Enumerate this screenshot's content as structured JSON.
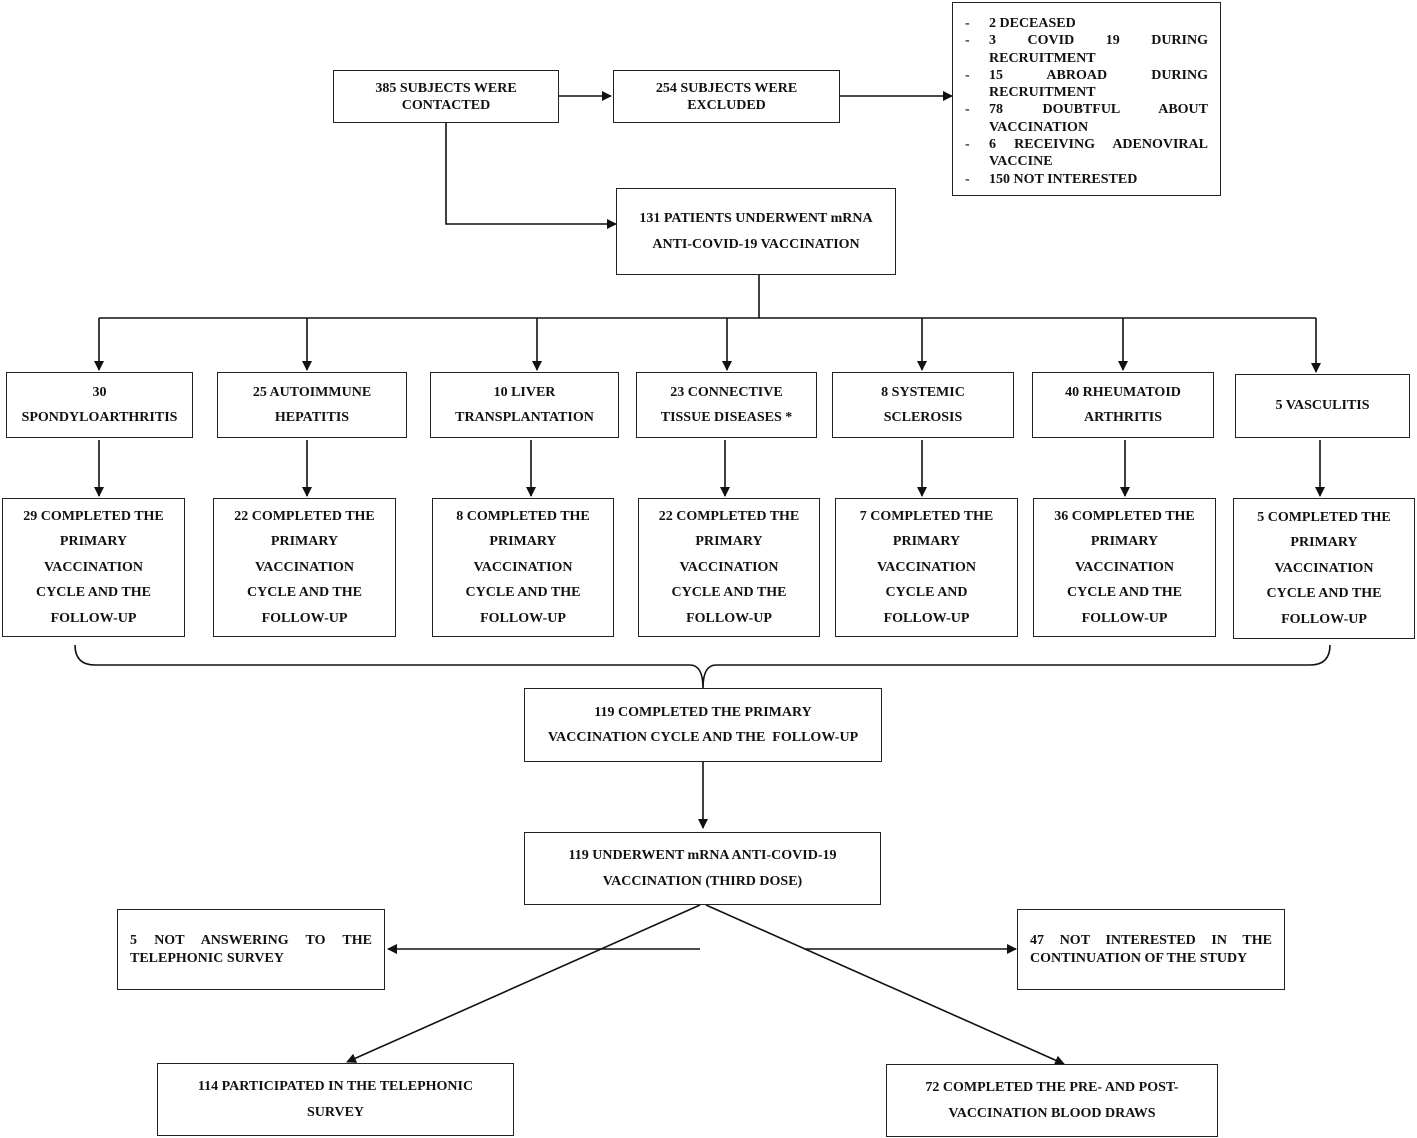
{
  "top": {
    "contacted": [
      "385 SUBJECTS WERE",
      "CONTACTED"
    ],
    "excluded": [
      "254 SUBJECTS WERE",
      "EXCLUDED"
    ],
    "exclusion_reasons": [
      "2 DECEASED",
      "3 COVID 19 DURING RECRUITMENT",
      "15 ABROAD DURING RECRUITMENT",
      "78 DOUBTFUL ABOUT VACCINATION",
      "6 RECEIVING ADENOVIRAL VACCINE",
      "150 NOT INTERESTED"
    ],
    "bullet": "-"
  },
  "vaccinated": [
    "131 PATIENTS UNDERWENT mRNA",
    "ANTI-COVID-19 VACCINATION"
  ],
  "groups": [
    {
      "name": [
        "30",
        "SPONDYLOARTHRITIS"
      ],
      "completed": [
        "29 COMPLETED THE",
        "PRIMARY",
        "VACCINATION",
        "CYCLE AND THE",
        "FOLLOW-UP"
      ]
    },
    {
      "name": [
        "25 AUTOIMMUNE",
        "HEPATITIS"
      ],
      "completed": [
        "22 COMPLETED THE",
        "PRIMARY",
        "VACCINATION",
        "CYCLE AND THE",
        "FOLLOW-UP"
      ]
    },
    {
      "name": [
        "10 LIVER",
        "TRANSPLANTATION"
      ],
      "completed": [
        "8 COMPLETED THE",
        "PRIMARY",
        "VACCINATION",
        "CYCLE AND THE",
        "FOLLOW-UP"
      ]
    },
    {
      "name": [
        "23 CONNECTIVE",
        "TISSUE DISEASES *"
      ],
      "completed": [
        "22 COMPLETED THE",
        "PRIMARY",
        "VACCINATION",
        "CYCLE AND THE",
        "FOLLOW-UP"
      ]
    },
    {
      "name": [
        "8 SYSTEMIC",
        "SCLEROSIS"
      ],
      "completed": [
        "7 COMPLETED THE",
        "PRIMARY",
        "VACCINATION",
        "CYCLE AND",
        "FOLLOW-UP"
      ]
    },
    {
      "name": [
        "40 RHEUMATOID",
        "ARTHRITIS"
      ],
      "completed": [
        "36 COMPLETED THE",
        "PRIMARY",
        "VACCINATION",
        "CYCLE AND THE",
        "FOLLOW-UP"
      ]
    },
    {
      "name": [
        "5 VASCULITIS"
      ],
      "completed": [
        "5 COMPLETED THE",
        "PRIMARY",
        "VACCINATION",
        "CYCLE AND THE",
        "FOLLOW-UP"
      ]
    }
  ],
  "total_completed": [
    "119 COMPLETED THE PRIMARY",
    "VACCINATION CYCLE AND THE  FOLLOW-UP"
  ],
  "third_dose": [
    "119 UNDERWENT mRNA ANTI-COVID-19",
    "VACCINATION (THIRD DOSE)"
  ],
  "not_answering": "5 NOT ANSWERING TO THE TELEPHONIC SURVEY",
  "not_interested": "47 NOT INTERESTED IN THE CONTINUATION OF THE STUDY",
  "telephonic": [
    "114 PARTICIPATED IN THE TELEPHONIC",
    "SURVEY"
  ],
  "blood_draws": [
    "72 COMPLETED THE PRE- AND POST-",
    "VACCINATION BLOOD DRAWS"
  ]
}
